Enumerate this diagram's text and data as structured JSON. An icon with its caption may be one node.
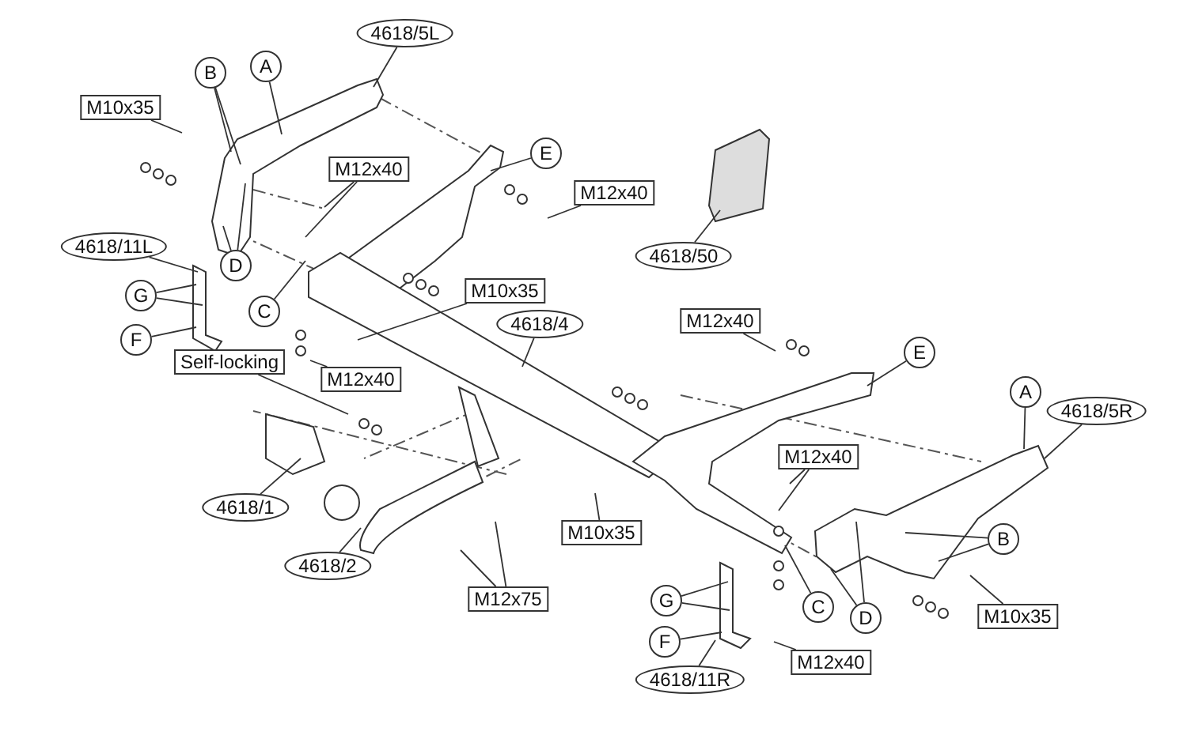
{
  "diagram": {
    "nodes": [
      {
        "text": [
          "4618/5L"
        ]
      },
      {
        "text": [
          "B"
        ]
      },
      {
        "text": [
          "A"
        ]
      },
      {
        "text": [
          "M10x35"
        ]
      },
      {
        "text": [
          "E"
        ]
      },
      {
        "text": [
          "M12x40"
        ]
      },
      {
        "text": [
          "M12x40"
        ]
      },
      {
        "text": [
          "4618/50"
        ]
      },
      {
        "text": [
          "D"
        ]
      },
      {
        "text": [
          "4618/11L"
        ]
      },
      {
        "text": [
          "M10x35"
        ]
      },
      {
        "text": [
          "G"
        ]
      },
      {
        "text": [
          "C"
        ]
      },
      {
        "text": [
          "4618/4"
        ]
      },
      {
        "text": [
          "M12x40"
        ]
      },
      {
        "text": [
          "F"
        ]
      },
      {
        "text": [
          "E"
        ]
      },
      {
        "text": [
          "Self-locking"
        ]
      },
      {
        "text": [
          "M12x40"
        ]
      },
      {
        "text": [
          "A"
        ]
      },
      {
        "text": [
          "4618/5R"
        ]
      },
      {
        "text": [
          "M12x40"
        ]
      },
      {
        "text": [
          "4618/1"
        ]
      },
      {
        "text": [
          "M10x35"
        ]
      },
      {
        "text": [
          "B"
        ]
      },
      {
        "text": [
          "4618/2"
        ]
      },
      {
        "text": [
          "C"
        ]
      },
      {
        "text": [
          "D"
        ]
      },
      {
        "text": [
          "M10x35"
        ]
      },
      {
        "text": [
          "M12x75"
        ]
      },
      {
        "text": [
          "G"
        ]
      },
      {
        "text": [
          "F"
        ]
      },
      {
        "text": [
          "M12x40"
        ]
      },
      {
        "text": [
          "4618/11R"
        ]
      }
    ],
    "edges": [
      {
        "from": 0,
        "to": null,
        "arrow": "none"
      },
      {
        "from": 1,
        "to": null,
        "arrow": "none"
      },
      {
        "from": 1,
        "to": null,
        "arrow": "none"
      },
      {
        "from": 2,
        "to": null,
        "arrow": "none"
      },
      {
        "from": 3,
        "to": null,
        "arrow": "none"
      },
      {
        "from": 4,
        "to": null,
        "arrow": "none"
      },
      {
        "from": 5,
        "to": null,
        "arrow": "none"
      },
      {
        "from": 5,
        "to": null,
        "arrow": "none"
      },
      {
        "from": 6,
        "to": null,
        "arrow": "none"
      },
      {
        "from": 7,
        "to": null,
        "arrow": "none"
      },
      {
        "from": 8,
        "to": null,
        "arrow": "none"
      },
      {
        "from": 8,
        "to": null,
        "arrow": "none"
      },
      {
        "from": 9,
        "to": null,
        "arrow": "none"
      },
      {
        "from": 10,
        "to": null,
        "arrow": "none"
      },
      {
        "from": 11,
        "to": null,
        "arrow": "none"
      },
      {
        "from": 11,
        "to": null,
        "arrow": "none"
      },
      {
        "from": 12,
        "to": null,
        "arrow": "none"
      },
      {
        "from": 13,
        "to": null,
        "arrow": "none"
      },
      {
        "from": 14,
        "to": null,
        "arrow": "none"
      },
      {
        "from": 15,
        "to": null,
        "arrow": "none"
      },
      {
        "from": 16,
        "to": null,
        "arrow": "none"
      },
      {
        "from": 17,
        "to": null,
        "arrow": "none"
      },
      {
        "from": 18,
        "to": null,
        "arrow": "none"
      },
      {
        "from": 19,
        "to": null,
        "arrow": "none"
      },
      {
        "from": 20,
        "to": null,
        "arrow": "none"
      },
      {
        "from": 21,
        "to": null,
        "arrow": "none"
      },
      {
        "from": 21,
        "to": null,
        "arrow": "none"
      },
      {
        "from": 22,
        "to": null,
        "arrow": "none"
      },
      {
        "from": 23,
        "to": null,
        "arrow": "none"
      },
      {
        "from": 24,
        "to": null,
        "arrow": "none"
      },
      {
        "from": 24,
        "to": null,
        "arrow": "none"
      },
      {
        "from": 25,
        "to": null,
        "arrow": "none"
      },
      {
        "from": 26,
        "to": null,
        "arrow": "none"
      },
      {
        "from": 27,
        "to": null,
        "arrow": "none"
      },
      {
        "from": 27,
        "to": null,
        "arrow": "none"
      },
      {
        "from": 28,
        "to": null,
        "arrow": "none"
      },
      {
        "from": 29,
        "to": null,
        "arrow": "none"
      },
      {
        "from": 29,
        "to": null,
        "arrow": "none"
      },
      {
        "from": 30,
        "to": null,
        "arrow": "none"
      },
      {
        "from": 30,
        "to": null,
        "arrow": "none"
      },
      {
        "from": 31,
        "to": null,
        "arrow": "none"
      },
      {
        "from": 32,
        "to": null,
        "arrow": "none"
      },
      {
        "from": 33,
        "to": null,
        "arrow": "none"
      }
    ]
  }
}
